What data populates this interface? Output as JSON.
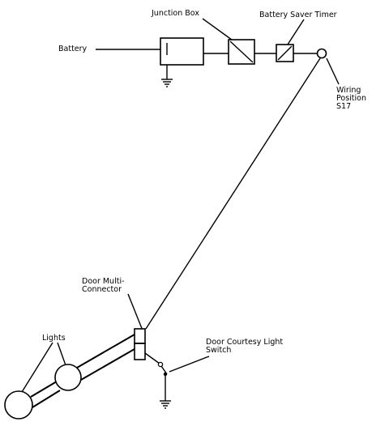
{
  "labels": {
    "junction_box": "Junction Box",
    "battery_saver_timer": "Battery Saver Timer",
    "battery": "Battery",
    "wiring_position_line1": "Wiring",
    "wiring_position_line2": "Position",
    "wiring_position_line3": "S17",
    "door_multi_connector_line1": "Door Multi-",
    "door_multi_connector_line2": "Connector",
    "lights": "Lights",
    "door_courtesy_light_switch_line1": "Door Courtesy Light",
    "door_courtesy_light_switch_line2": "Switch"
  }
}
